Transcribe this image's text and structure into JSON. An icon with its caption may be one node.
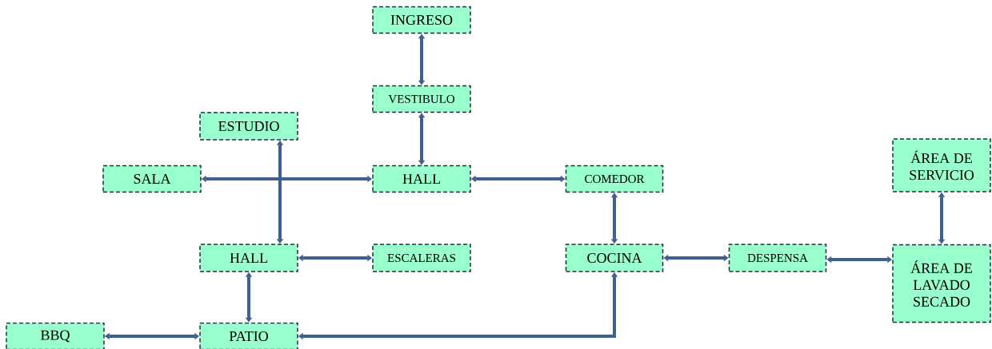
{
  "diagram": {
    "nodes": [
      {
        "text": [
          "INGRESO"
        ]
      },
      {
        "text": [
          "VESTIBULO"
        ]
      },
      {
        "text": [
          "ESTUDIO"
        ]
      },
      {
        "text": [
          "SALA"
        ]
      },
      {
        "text": [
          "HALL"
        ]
      },
      {
        "text": [
          "COMEDOR"
        ]
      },
      {
        "text": [
          "ÁREA DE SERVICIO"
        ]
      },
      {
        "text": [
          "HALL"
        ]
      },
      {
        "text": [
          "ESCALERAS"
        ]
      },
      {
        "text": [
          "COCINA"
        ]
      },
      {
        "text": [
          "DESPENSA"
        ]
      },
      {
        "text": [
          "ÁREA DE LAVADO SECADO"
        ]
      },
      {
        "text": [
          "BBQ"
        ]
      },
      {
        "text": [
          "PATIO"
        ]
      }
    ],
    "edges": [
      {
        "from": 0,
        "to": 1,
        "arrow": "both"
      },
      {
        "from": 1,
        "to": 4,
        "arrow": "both"
      },
      {
        "from": 3,
        "to": 4,
        "arrow": "both"
      },
      {
        "from": 2,
        "to": 7,
        "arrow": "both"
      },
      {
        "from": 4,
        "to": 5,
        "arrow": "both"
      },
      {
        "from": 5,
        "to": 9,
        "arrow": "both"
      },
      {
        "from": 6,
        "to": 11,
        "arrow": "both"
      },
      {
        "from": 7,
        "to": 8,
        "arrow": "both"
      },
      {
        "from": 7,
        "to": 13,
        "arrow": "both"
      },
      {
        "from": 9,
        "to": 10,
        "arrow": "both"
      },
      {
        "from": 10,
        "to": 11,
        "arrow": "both"
      },
      {
        "from": 12,
        "to": 13,
        "arrow": "both"
      },
      {
        "from": 13,
        "to": 9,
        "arrow": "both"
      }
    ]
  }
}
